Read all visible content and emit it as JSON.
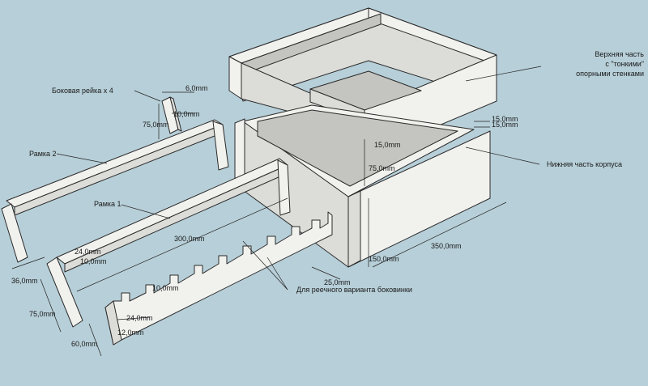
{
  "labels": {
    "top_part": [
      "Верхняя часть",
      "с \"тонкими\"",
      "опорными стенками"
    ],
    "bottom_part": "Нижняя часть корпуса",
    "side_rail": "Боковая рейка х 4",
    "frame2": "Рамка 2",
    "frame1": "Рамка 1",
    "slat_variant": "Для реечного варианта боковинки"
  },
  "dimensions": {
    "d_6": "6,0mm",
    "d_10_rail": "10,0mm",
    "d_75_rail": "75,0mm",
    "d_15a": "15,0mm",
    "d_15b": "15,0mm",
    "d_15c": "15,0mm",
    "d_75_center": "75,0mm",
    "d_350": "350,0mm",
    "d_150": "150,0mm",
    "d_25": "25,0mm",
    "d_300": "300,0mm",
    "d_24a": "24,0mm",
    "d_10a": "10,0mm",
    "d_36": "36,0mm",
    "d_75_left": "75,0mm",
    "d_60": "60,0mm",
    "d_10b": "10,0mm",
    "d_24b": "24,0mm",
    "d_12": "12,0mm"
  }
}
